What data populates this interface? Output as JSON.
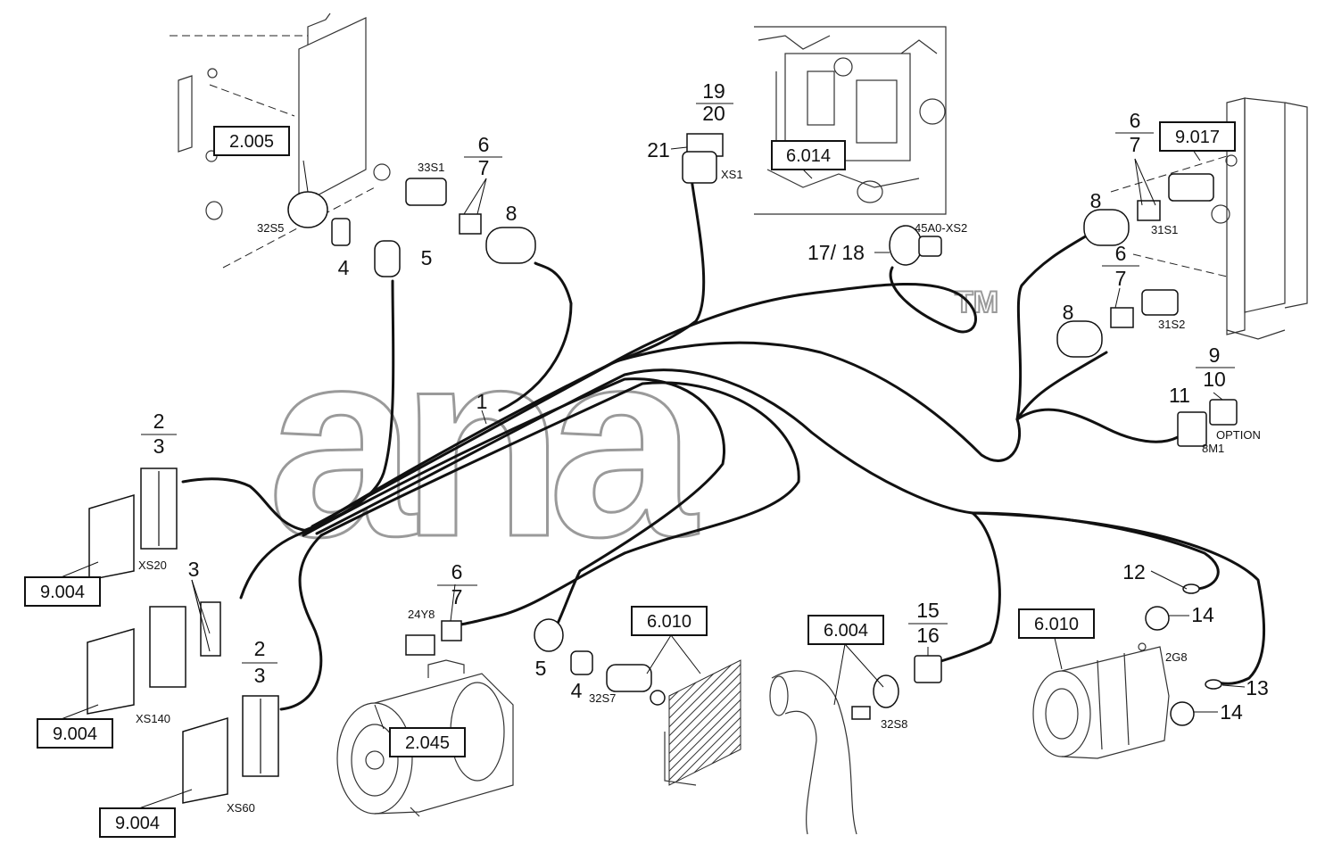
{
  "watermark": {
    "text": "ana",
    "trademark": "TM"
  },
  "references": {
    "r2005": "2.005",
    "r6014": "6.014",
    "r9017": "9.017",
    "r9004a": "9.004",
    "r9004b": "9.004",
    "r9004c": "9.004",
    "r2045": "2.045",
    "r6010a": "6.010",
    "r6004": "6.004",
    "r6010b": "6.010"
  },
  "codes": {
    "c32S5": "32S5",
    "c33S1": "33S1",
    "cXS1": "XS1",
    "c45A0": "45A0-XS2",
    "c31S1": "31S1",
    "c31S2": "31S2",
    "cOPTION": "OPTION",
    "c8M1": "8M1",
    "cXS20": "XS20",
    "cXS140": "XS140",
    "cXS60": "XS60",
    "c24Y8": "24Y8",
    "c32S7": "32S7",
    "c32S8": "32S8",
    "c2G8": "2G8"
  },
  "callouts": {
    "n1": "1",
    "n2a": "2",
    "n3a": "3",
    "n3b": "3",
    "n2c": "2",
    "n3c": "3",
    "n4a": "4",
    "n5a": "5",
    "n6a": "6",
    "n7a": "7",
    "n8a": "8",
    "n19": "19",
    "n20": "20",
    "n21": "21",
    "n1718": "17/ 18",
    "n6b": "6",
    "n7b": "7",
    "n8b": "8",
    "n6c": "6",
    "n7c": "7",
    "n8c": "8",
    "n9": "9",
    "n10": "10",
    "n11": "11",
    "n6d": "6",
    "n7d": "7",
    "n5b": "5",
    "n4b": "4",
    "n15": "15",
    "n16": "16",
    "n12": "12",
    "n14a": "14",
    "n13": "13",
    "n14b": "14"
  }
}
